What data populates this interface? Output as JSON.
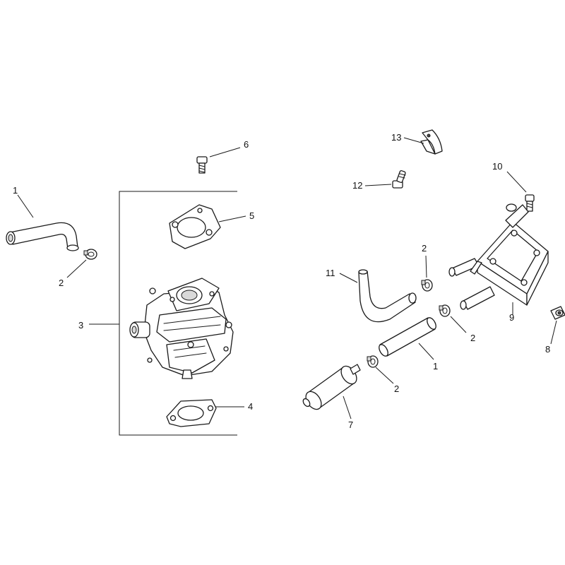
{
  "callouts": {
    "hose_left": "1",
    "clamp_left": "2",
    "carburetor_assembly": "3",
    "gasket_lower": "4",
    "gasket_upper": "5",
    "screw_top": "6",
    "fuel_filter": "7",
    "fitting_right": "8",
    "fuel_pump": "9",
    "screw_pump": "10",
    "hose_bent": "11",
    "fitting_small": "12",
    "clip_top": "13",
    "clamp_upper": "2",
    "clamp_mid": "2",
    "clamp_low": "2",
    "hose_straight": "1"
  },
  "colors": {
    "line": "#1a1a1a",
    "background": "#ffffff"
  }
}
